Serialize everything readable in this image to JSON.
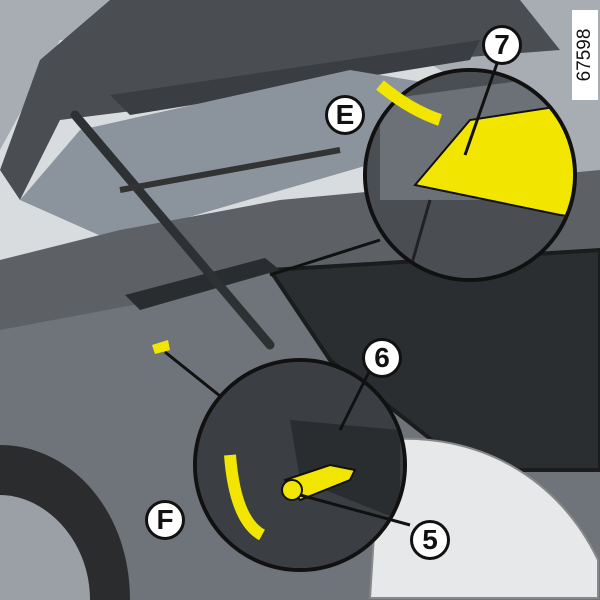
{
  "reference_number": "67598",
  "labels": {
    "seven": "7",
    "e": "E",
    "six": "6",
    "five": "5",
    "f": "F"
  },
  "colors": {
    "highlight": "#f2e600",
    "outline": "#111111",
    "body": "#5d6166"
  }
}
